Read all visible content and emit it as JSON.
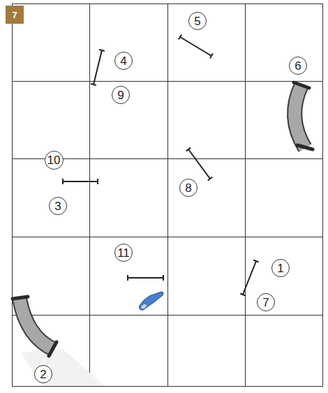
{
  "diagram": {
    "nodes": [
      {
        "text": [
          "7"
        ]
      },
      {
        "text": [
          "5"
        ]
      },
      {
        "text": [
          "4"
        ]
      },
      {
        "text": [
          "6"
        ]
      },
      {
        "text": [
          "9"
        ]
      },
      {
        "text": [
          "10"
        ]
      },
      {
        "text": [
          "8"
        ]
      },
      {
        "text": [
          "3"
        ]
      },
      {
        "text": [
          "11"
        ]
      },
      {
        "text": [
          "1"
        ]
      },
      {
        "text": [
          "7"
        ]
      },
      {
        "text": [
          "2"
        ]
      }
    ]
  }
}
